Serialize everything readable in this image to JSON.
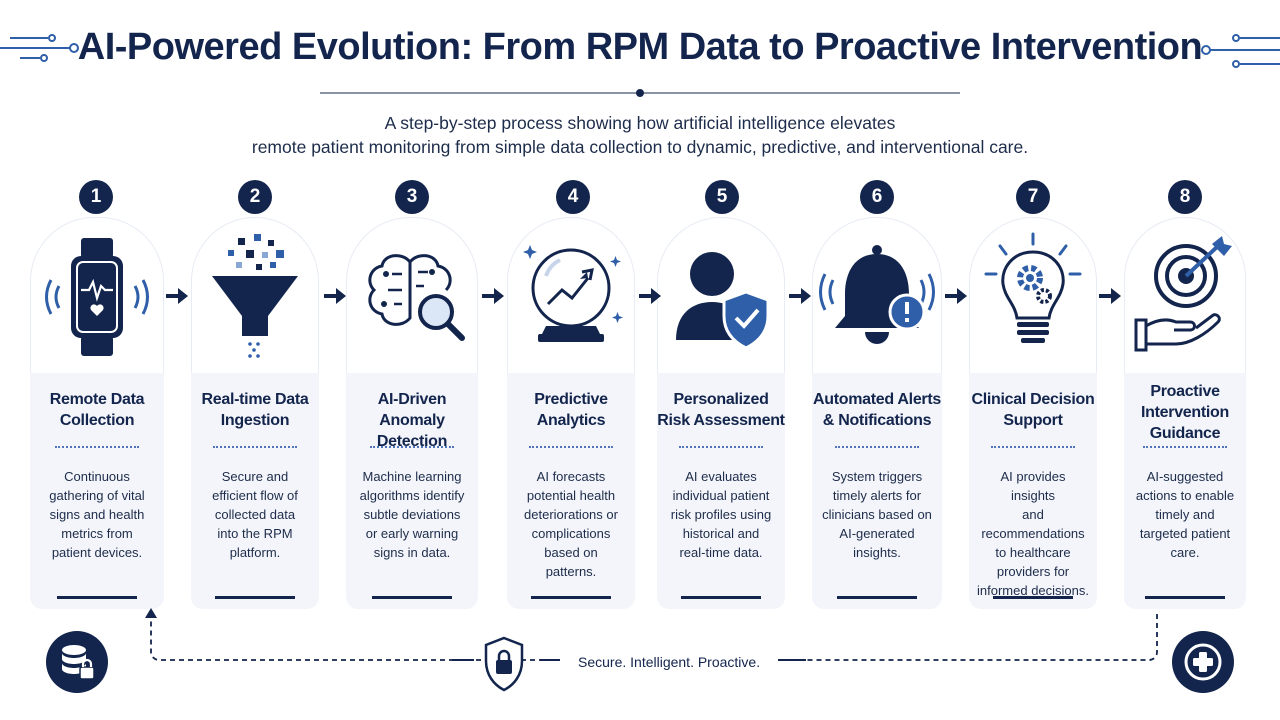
{
  "header": {
    "title": "AI-Powered Evolution: From RPM Data to Proactive Intervention",
    "subtitle_line1": "A step-by-step process showing how artificial intelligence elevates",
    "subtitle_line2": "remote patient monitoring from simple data collection to dynamic, predictive, and interventional care."
  },
  "steps": [
    {
      "number": "1",
      "title1": "Remote Data",
      "title2": "Collection",
      "title3": "",
      "icon": "smartwatch-icon",
      "desc": [
        "Continuous",
        "gathering of vital",
        "signs and health",
        "metrics from",
        "patient devices."
      ]
    },
    {
      "number": "2",
      "title1": "Real-time Data",
      "title2": "Ingestion",
      "title3": "",
      "icon": "funnel-icon",
      "desc": [
        "Secure and",
        "efficient flow of",
        "collected data",
        "into the RPM",
        "platform."
      ]
    },
    {
      "number": "3",
      "title1": "AI-Driven",
      "title2": "Anomaly Detection",
      "title3": "",
      "icon": "brain-search-icon",
      "desc": [
        "Machine learning",
        "algorithms identify",
        "subtle deviations",
        "or early warning",
        "signs in data."
      ]
    },
    {
      "number": "4",
      "title1": "Predictive",
      "title2": "Analytics",
      "title3": "",
      "icon": "crystal-ball-icon",
      "desc": [
        "AI forecasts",
        "potential health",
        "deteriorations or",
        "complications",
        "based on",
        "patterns."
      ]
    },
    {
      "number": "5",
      "title1": "Personalized",
      "title2": "Risk Assessment",
      "title3": "",
      "icon": "user-shield-icon",
      "desc": [
        "AI evaluates",
        "individual patient",
        "risk profiles using",
        "historical and",
        "real-time data."
      ]
    },
    {
      "number": "6",
      "title1": "Automated Alerts",
      "title2": "& Notifications",
      "title3": "",
      "icon": "bell-alert-icon",
      "desc": [
        "System triggers",
        "timely alerts for",
        "clinicians based on",
        "AI-generated",
        "insights."
      ]
    },
    {
      "number": "7",
      "title1": "Clinical Decision",
      "title2": "Support",
      "title3": "",
      "icon": "lightbulb-gear-icon",
      "desc": [
        "AI provides insights",
        "and",
        "recommendations",
        "to healthcare",
        "providers for",
        "informed decisions."
      ]
    },
    {
      "number": "8",
      "title1": "Proactive",
      "title2": "Intervention",
      "title3": "Guidance",
      "icon": "target-hand-icon",
      "desc": [
        "AI-suggested",
        "actions to enable",
        "timely and",
        "targeted patient",
        "care."
      ]
    }
  ],
  "footer": {
    "tagline": "Secure. Intelligent. Proactive.",
    "left_icon": "database-lock-icon",
    "center_icon": "shield-lock-icon",
    "right_icon": "medical-plus-icon"
  },
  "colors": {
    "navy": "#13254d",
    "accent_blue": "#2f5fa8",
    "card_bg": "#f3f5fa"
  }
}
